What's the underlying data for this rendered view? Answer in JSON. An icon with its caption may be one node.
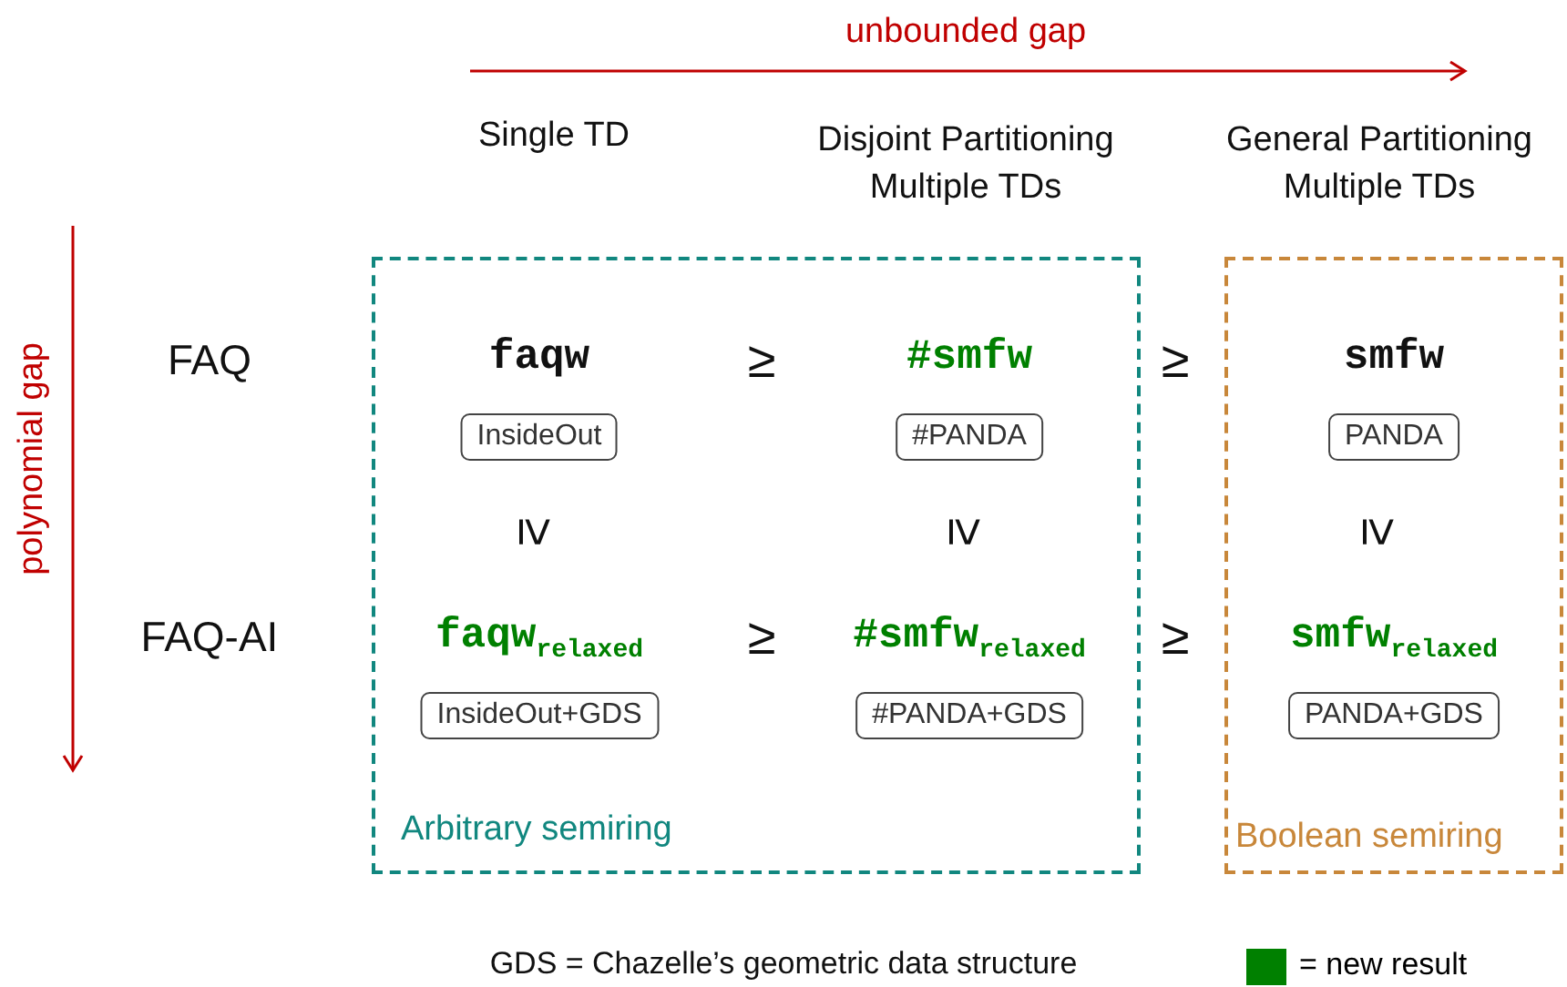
{
  "diagram": {
    "nodes": [
      {
        "text": [
          "Arbitrary semiring"
        ]
      },
      {
        "text": [
          "faqw",
          "InsideOut"
        ],
        "in": 0
      },
      {
        "text": [
          "#smfw",
          "#PANDA"
        ],
        "in": 0
      },
      {
        "text": [
          "faqw$_{relaxed}$",
          "InsideOut+GDS"
        ],
        "in": 0
      },
      {
        "text": [
          "#smfw$_{relaxed}$",
          "#PANDA+GDS"
        ],
        "in": 0
      },
      {
        "text": [
          "Boolean semiring"
        ]
      },
      {
        "text": [
          "smfw",
          "PANDA"
        ],
        "in": 5
      },
      {
        "text": [
          "smfw$_{relaxed}$",
          "PANDA+GDS"
        ],
        "in": 5
      }
    ],
    "edges": [],
    "labels": [
      "unbounded gap",
      "Single TD",
      "Disjoint Partitioning Multiple TDs",
      "General Partitioning Multiple TDs",
      "polynomial gap",
      "FAQ",
      "≥",
      "≥",
      "≥",
      "≥",
      "≥",
      "FAQ-AI",
      "≥",
      "≥",
      "GDS = Chazelle’s geometric data structure"
    ],
    "legend": [
      {
        "text": "= new result",
        "color": "#008000"
      }
    ]
  }
}
